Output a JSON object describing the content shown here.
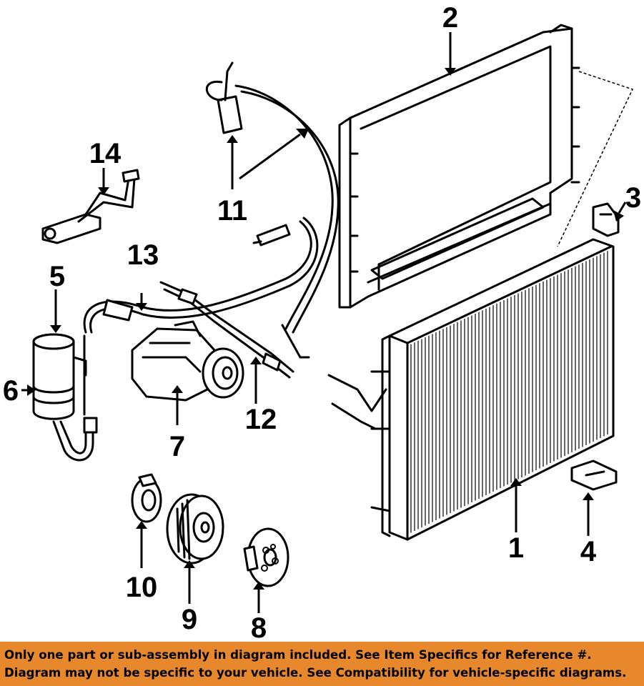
{
  "callouts": [
    {
      "id": "1",
      "label": "1"
    },
    {
      "id": "2",
      "label": "2"
    },
    {
      "id": "3",
      "label": "3"
    },
    {
      "id": "4",
      "label": "4"
    },
    {
      "id": "5",
      "label": "5"
    },
    {
      "id": "6",
      "label": "6"
    },
    {
      "id": "7",
      "label": "7"
    },
    {
      "id": "8",
      "label": "8"
    },
    {
      "id": "9",
      "label": "9"
    },
    {
      "id": "10",
      "label": "10"
    },
    {
      "id": "11",
      "label": "11"
    },
    {
      "id": "12",
      "label": "12"
    },
    {
      "id": "13",
      "label": "13"
    },
    {
      "id": "14",
      "label": "14"
    }
  ],
  "notice": {
    "line1": "Only one part or sub-assembly in diagram included. See Item Specifics for Reference #.",
    "line2": "Diagram may not be specific to your vehicle. See Compatibility for vehicle-specific diagrams."
  },
  "colors": {
    "banner_background": "#e8882c",
    "banner_text": "#000000",
    "line_art": "#000000"
  }
}
